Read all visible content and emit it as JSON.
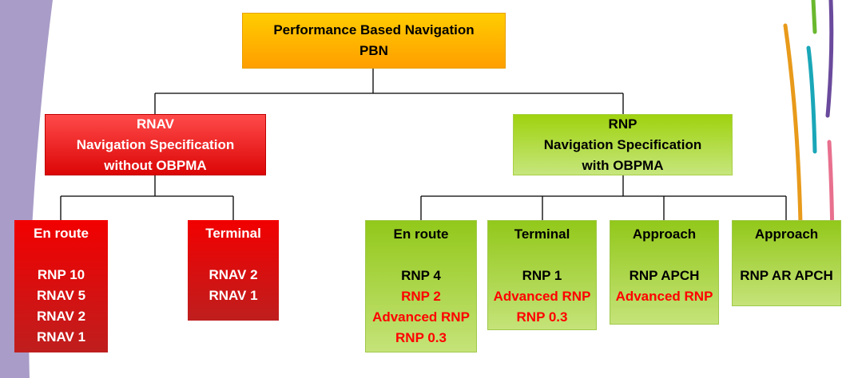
{
  "root": {
    "line1": "Performance Based Navigation",
    "line2": "PBN"
  },
  "rnav": {
    "line1": "RNAV",
    "line2": "Navigation Specification",
    "line3": "without OBPMA",
    "enroute": {
      "title": "En route",
      "items": [
        "RNP 10",
        "RNAV 5",
        "RNAV 2",
        "RNAV 1"
      ]
    },
    "terminal": {
      "title": "Terminal",
      "items": [
        "RNAV 2",
        "RNAV 1"
      ]
    }
  },
  "rnp": {
    "line1": "RNP",
    "line2": "Navigation Specification",
    "line3": "with OBPMA",
    "enroute": {
      "title": "En route",
      "items": [
        "RNP 4",
        "RNP 2",
        "Advanced RNP",
        "RNP 0.3"
      ]
    },
    "terminal": {
      "title": "Terminal",
      "items": [
        "RNP 1",
        "Advanced RNP",
        "RNP 0.3"
      ]
    },
    "approach": {
      "title": "Approach",
      "items": [
        "RNP APCH",
        "Advanced RNP"
      ]
    },
    "approach_ar": {
      "title": "Approach",
      "items": [
        "RNP AR APCH"
      ]
    }
  },
  "colors": {
    "highlight_text": "#ff0000",
    "rnav_red": "#e00000",
    "rnp_green": "#9fd20e",
    "root_orange": "#ffb300",
    "decor_purple": "#a99cc8"
  }
}
